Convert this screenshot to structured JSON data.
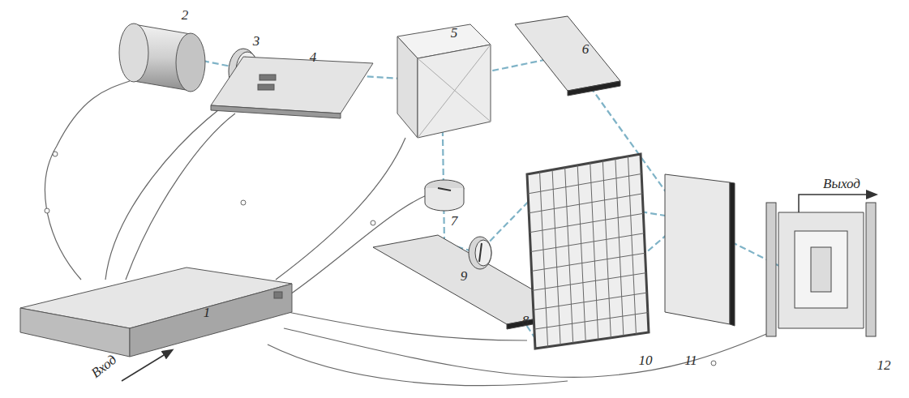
{
  "diagram": {
    "labels": [
      "1",
      "2",
      "3",
      "4",
      "5",
      "6",
      "7",
      "8",
      "9",
      "10",
      "11",
      "12",
      "Вход",
      "Выход"
    ]
  }
}
